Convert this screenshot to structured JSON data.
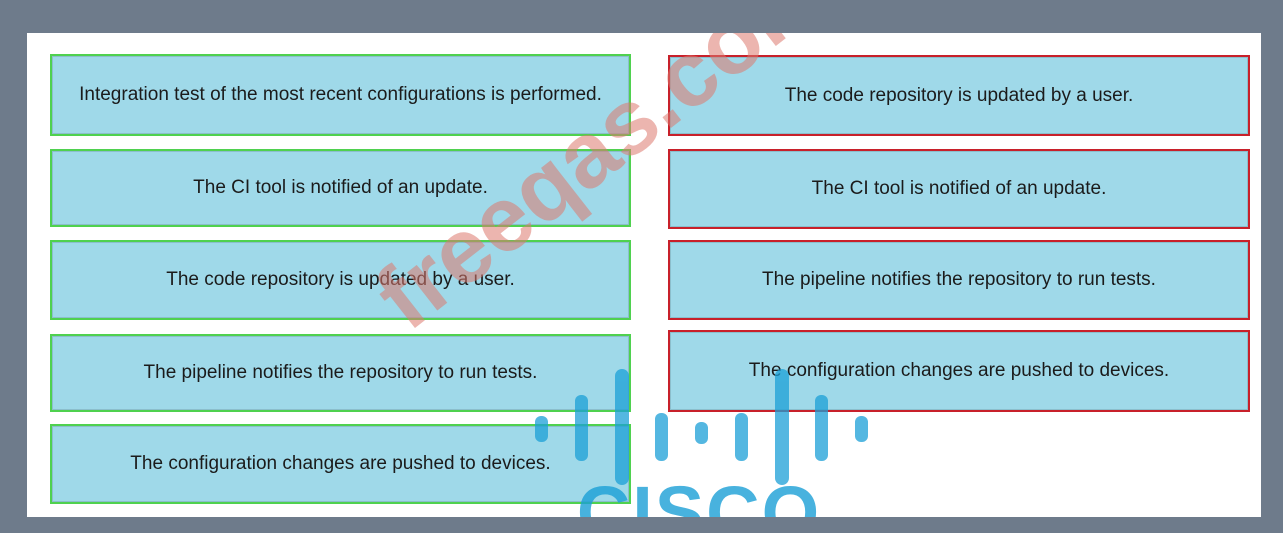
{
  "left_column": [
    {
      "text": "Integration test of the most recent configurations is performed."
    },
    {
      "text": "The CI tool is notified of an update."
    },
    {
      "text": "The code repository is updated by a user."
    },
    {
      "text": "The pipeline notifies the repository to run tests."
    },
    {
      "text": "The configuration changes are pushed to devices."
    }
  ],
  "right_column": [
    {
      "text": "The code repository is updated by a user."
    },
    {
      "text": "The CI tool is notified of an update."
    },
    {
      "text": "The pipeline notifies the repository to run tests."
    },
    {
      "text": "The configuration changes are pushed to devices."
    }
  ],
  "watermark": {
    "text": "freeqas.com"
  },
  "logo": {
    "text": "CISCO",
    "icon": "cisco-logo-icon"
  },
  "colors": {
    "card_fill": "#9fd9e9",
    "left_border": "#4fd14f",
    "right_border": "#c8202a",
    "frame": "#6e7b8b",
    "logo_blue": "#1ba0d7"
  }
}
